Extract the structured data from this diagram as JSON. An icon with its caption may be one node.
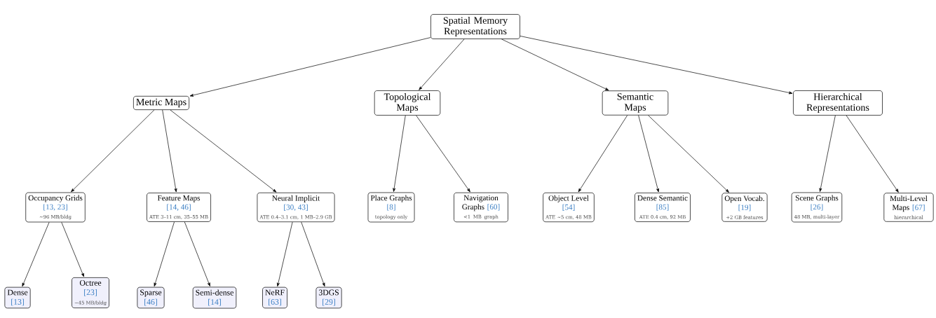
{
  "diagram": {
    "nodes": [
      {
        "text": [
          "Spatial Memory Representations"
        ]
      },
      {
        "text": [
          "Metric Maps"
        ]
      },
      {
        "text": [
          "Topological Maps"
        ]
      },
      {
        "text": [
          "Semantic Maps"
        ]
      },
      {
        "text": [
          "Hierarchical Representations"
        ]
      },
      {
        "text": [
          "Occupancy Grids",
          "[13, 23]",
          "∼96 MB/bldg"
        ]
      },
      {
        "text": [
          "Feature Maps",
          "[14, 46]",
          "ATE 3–11 cm, 35–55 MB"
        ]
      },
      {
        "text": [
          "Neural Implicit",
          "[30, 43]",
          "ATE 0.4–3.1 cm, 1 MB–2.9 GB"
        ]
      },
      {
        "text": [
          "Place Graphs",
          "[8]",
          "topology only"
        ]
      },
      {
        "text": [
          "Navigation Graphs",
          "[60]",
          "<1 MB graph"
        ]
      },
      {
        "text": [
          "Object Level",
          "[54]",
          "ATE ∼5 cm, 48 MB"
        ]
      },
      {
        "text": [
          "Dense Semantic",
          "[85]",
          "ATE 0.4 cm, 92 MB"
        ]
      },
      {
        "text": [
          "Open Vocab.",
          "[19]",
          "+2 GB features"
        ]
      },
      {
        "text": [
          "Scene Graphs",
          "[26]",
          "48 MB, multi-layer"
        ]
      },
      {
        "text": [
          "Multi-Level Maps",
          "[67]",
          "hierarchical"
        ]
      },
      {
        "text": [
          "Dense",
          "[13]"
        ]
      },
      {
        "text": [
          "Octree",
          "[23]",
          "∼45 MB/bldg"
        ]
      },
      {
        "text": [
          "Sparse",
          "[46]"
        ]
      },
      {
        "text": [
          "Semi-dense",
          "[14]"
        ]
      },
      {
        "text": [
          "NeRF",
          "[63]"
        ]
      },
      {
        "text": [
          "3DGS",
          "[29]"
        ]
      }
    ],
    "edges": [
      {
        "from": 0,
        "to": 1,
        "arrow": "to"
      },
      {
        "from": 0,
        "to": 2,
        "arrow": "to"
      },
      {
        "from": 0,
        "to": 3,
        "arrow": "to"
      },
      {
        "from": 0,
        "to": 4,
        "arrow": "to"
      },
      {
        "from": 1,
        "to": 5,
        "arrow": "to"
      },
      {
        "from": 1,
        "to": 6,
        "arrow": "to"
      },
      {
        "from": 1,
        "to": 7,
        "arrow": "to"
      },
      {
        "from": 2,
        "to": 8,
        "arrow": "to"
      },
      {
        "from": 2,
        "to": 9,
        "arrow": "to"
      },
      {
        "from": 3,
        "to": 10,
        "arrow": "to"
      },
      {
        "from": 3,
        "to": 11,
        "arrow": "to"
      },
      {
        "from": 3,
        "to": 12,
        "arrow": "to"
      },
      {
        "from": 4,
        "to": 13,
        "arrow": "to"
      },
      {
        "from": 4,
        "to": 14,
        "arrow": "to"
      },
      {
        "from": 5,
        "to": 15,
        "arrow": "to"
      },
      {
        "from": 5,
        "to": 16,
        "arrow": "to"
      },
      {
        "from": 6,
        "to": 17,
        "arrow": "to"
      },
      {
        "from": 6,
        "to": 18,
        "arrow": "to"
      },
      {
        "from": 7,
        "to": 19,
        "arrow": "to"
      },
      {
        "from": 7,
        "to": 20,
        "arrow": "to"
      }
    ]
  }
}
